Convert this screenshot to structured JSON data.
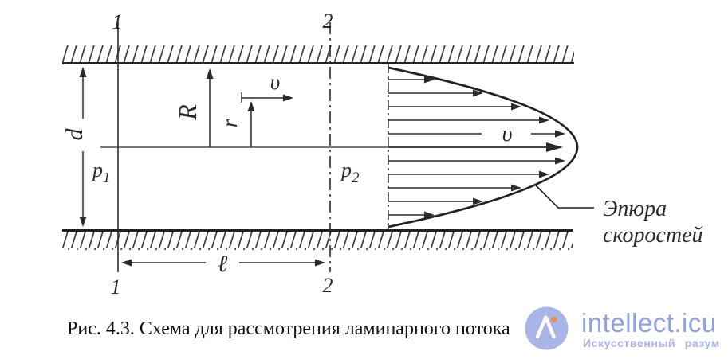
{
  "figure": {
    "caption": "Рис. 4.3. Схема для рассмотрения ламинарного потока",
    "ink_color": "#2a2a2a",
    "labels": {
      "section_left": "1",
      "section_right": "2",
      "diameter": "d",
      "radius_outer": "R",
      "radius_inner": "r",
      "velocity_local": "υ",
      "velocity_profile": "υ",
      "pressure_symbol": "p",
      "pressure_left_sub": "1",
      "pressure_right_sub": "2",
      "length": "ℓ",
      "profile_caption_line1": "Эпюра",
      "profile_caption_line2": "скоростей"
    }
  },
  "watermark": {
    "logo_icon": "ai-monogram-icon",
    "site_name": "intellect.icu",
    "tagline": "Искусственный разум",
    "site_color": "#8fa2de",
    "tagline_color": "#a9b5e6",
    "logo_color": "#a9b5e6",
    "logo_dot_color": "#e8923f"
  }
}
